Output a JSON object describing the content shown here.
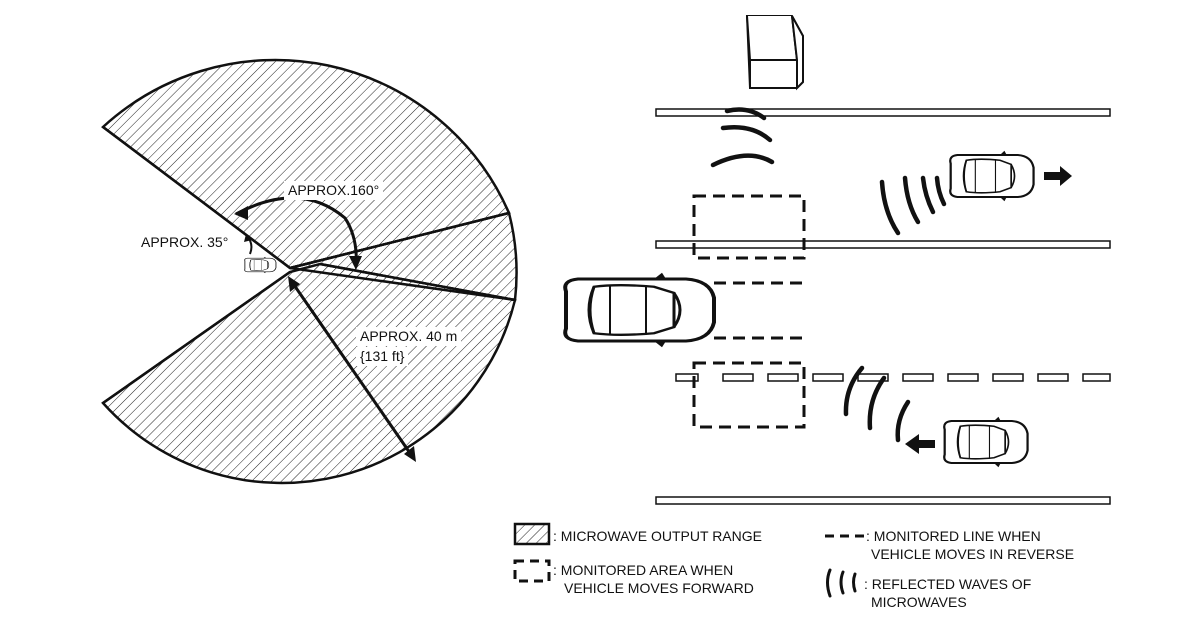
{
  "annotations": {
    "angle_160": "APPROX.160°",
    "angle_35": "APPROX. 35°",
    "range_line1": "APPROX. 40 m",
    "range_line2": "{131 ft}"
  },
  "legend": {
    "output_range": ": MICROWAVE OUTPUT RANGE",
    "forward_area_line1": ": MONITORED AREA WHEN",
    "forward_area_line2": "VEHICLE MOVES FORWARD",
    "reverse_line_line1": ": MONITORED LINE WHEN",
    "reverse_line_line2": "VEHICLE MOVES IN REVERSE",
    "reflected_line1": ": REFLECTED WAVES OF",
    "reflected_line2": "MICROWAVES"
  },
  "colors": {
    "ink": "#111111",
    "lane": "#ffffff",
    "background": "#ffffff"
  }
}
